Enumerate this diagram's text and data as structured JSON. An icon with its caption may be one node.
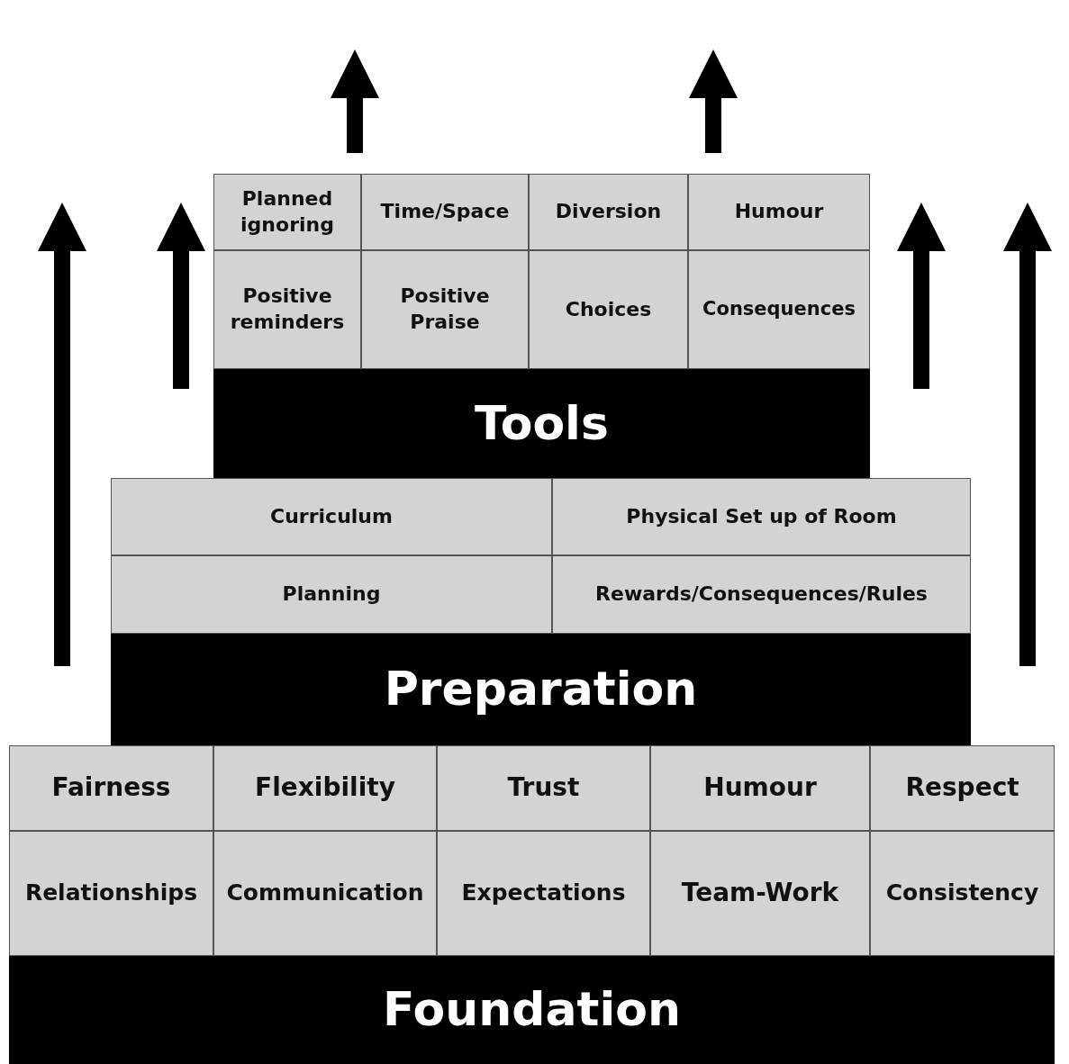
{
  "diagram": {
    "nodes": [
      {
        "text": [
          "Planned ignoring"
        ]
      },
      {
        "text": [
          "Time/Space"
        ]
      },
      {
        "text": [
          "Diversion"
        ]
      },
      {
        "text": [
          "Humour"
        ]
      },
      {
        "text": [
          "Positive reminders"
        ]
      },
      {
        "text": [
          "Positive Praise"
        ]
      },
      {
        "text": [
          "Choices"
        ]
      },
      {
        "text": [
          "Consequences"
        ]
      },
      {
        "text": [
          "Tools"
        ]
      },
      {
        "text": [
          "Curriculum"
        ]
      },
      {
        "text": [
          "Physical Set up of Room"
        ]
      },
      {
        "text": [
          "Planning"
        ]
      },
      {
        "text": [
          "Rewards/Consequences/Rules"
        ]
      },
      {
        "text": [
          "Preparation"
        ]
      },
      {
        "text": [
          "Fairness"
        ]
      },
      {
        "text": [
          "Flexibility"
        ]
      },
      {
        "text": [
          "Trust"
        ]
      },
      {
        "text": [
          "Humour"
        ]
      },
      {
        "text": [
          "Respect"
        ]
      },
      {
        "text": [
          "Relationships"
        ]
      },
      {
        "text": [
          "Communication"
        ]
      },
      {
        "text": [
          "Expectations"
        ]
      },
      {
        "text": [
          "Team-Work"
        ]
      },
      {
        "text": [
          "Consistency"
        ]
      },
      {
        "text": [
          "Foundation"
        ]
      }
    ],
    "edges": []
  }
}
